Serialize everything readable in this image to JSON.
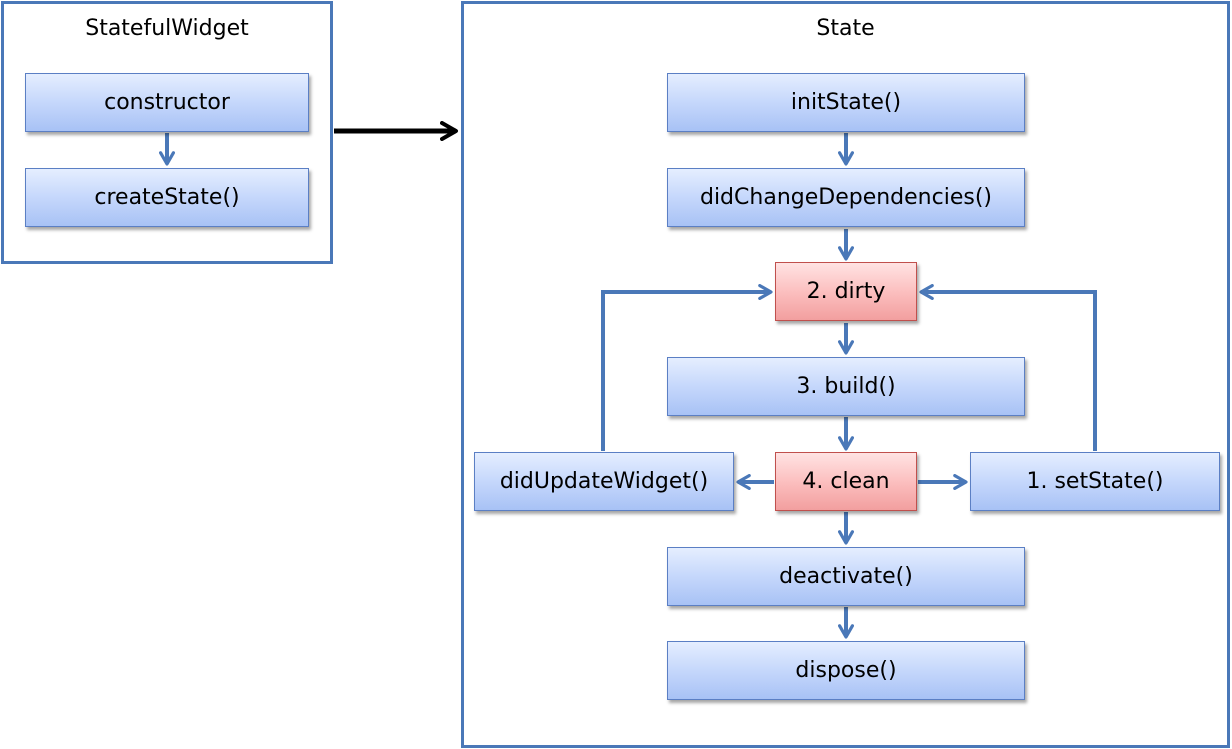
{
  "stateful_widget": {
    "title": "StatefulWidget",
    "constructor_label": "constructor",
    "create_state_label": "createState()"
  },
  "state": {
    "title": "State",
    "init_state_label": "initState()",
    "did_change_dependencies_label": "didChangeDependencies()",
    "dirty_label": "2. dirty",
    "build_label": "3. build()",
    "clean_label": "4. clean",
    "did_update_widget_label": "didUpdateWidget()",
    "set_state_label": "1. setState()",
    "deactivate_label": "deactivate()",
    "dispose_label": "dispose()"
  },
  "colors": {
    "frame_border": "#4a78b8",
    "flow_arrow": "#4a78b8",
    "link_arrow": "#000000",
    "normal_box": "#c2d5fb",
    "dirty_clean_box": "#fbbcbc"
  }
}
